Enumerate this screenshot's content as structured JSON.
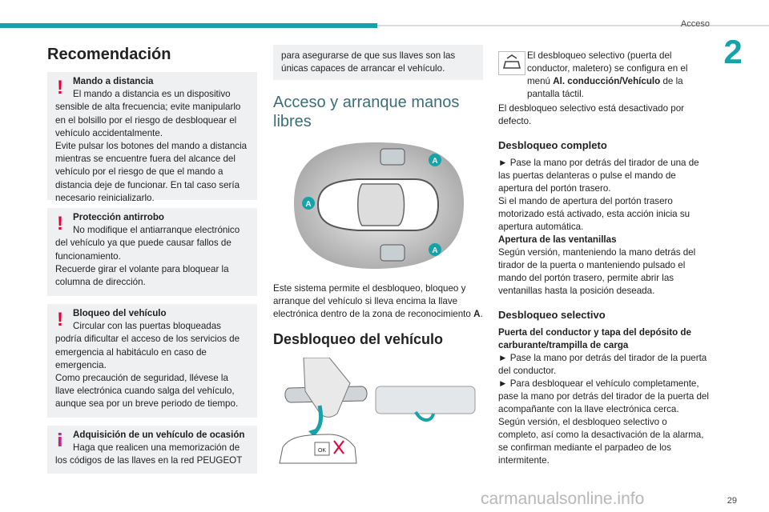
{
  "header": {
    "title": "Acceso",
    "chapter": "2",
    "page": "29"
  },
  "col1": {
    "title": "Recomendación",
    "boxes": [
      {
        "title": "Mando a distancia",
        "first": "El mando a distancia es un dispositivo",
        "rest": "sensible de alta frecuencia; evite manipularlo en el bolsillo por el riesgo de desbloquear el vehículo accidentalmente.\nEvite pulsar los botones del mando a distancia mientras se encuentre fuera del alcance del vehículo por el riesgo de que el mando a distancia deje de funcionar. En tal caso sería necesario reinicializarlo."
      },
      {
        "title": "Protección antirrobo",
        "first": "No modifique el antiarranque electrónico",
        "rest": "del vehículo ya que puede causar fallos de funcionamiento.\nRecuerde girar el volante para bloquear la columna de dirección."
      },
      {
        "title": "Bloqueo del vehículo",
        "first": "Circular con las puertas bloqueadas",
        "rest": "podría dificultar el acceso de los servicios de emergencia al habitáculo en caso de emergencia.\nComo precaución de seguridad, llévese la llave electrónica cuando salga del vehículo, aunque sea por un breve periodo de tiempo."
      },
      {
        "title": "Adquisición de un vehículo de ocasión",
        "first": "Haga que realicen una memorización de",
        "rest": "los códigos de las llaves en la red PEUGEOT"
      }
    ]
  },
  "col2": {
    "top": "para asegurarse de que sus llaves son las únicas capaces de arrancar el vehículo.",
    "h3": "Acceso y arranque manos libres",
    "fig_labels": [
      "A",
      "A",
      "A"
    ],
    "intro": "Este sistema permite el desbloqueo, bloqueo y arranque del vehículo si lleva encima la llave electrónica dentro de la zona de reconocimiento ",
    "intro_bold": "A",
    "intro_end": ".",
    "h2": "Desbloqueo del vehículo",
    "fig2_text": "OK"
  },
  "col3": {
    "p1a": "El desbloqueo selectivo (puerta del conductor, maletero) se configura en el menú ",
    "p1b": "Al. conducción/Vehículo",
    "p1c": " de la pantalla táctil.",
    "p2": "El desbloqueo selectivo está desactivado por defecto.",
    "h_full": "Desbloqueo completo",
    "full1": "► Pase la mano por detrás del tirador de una de las puertas delanteras o pulse el mando de apertura del portón trasero.",
    "full2": "Si el mando de apertura del portón trasero motorizado está activado, esta acción inicia su apertura automática.",
    "win_title": "Apertura de las ventanillas",
    "win": "Según versión, manteniendo la mano detrás del tirador de la puerta o manteniendo pulsado el mando del portón trasero, permite abrir las ventanillas hasta la posición deseada.",
    "h_sel": "Desbloqueo selectivo",
    "sel_title": "Puerta del conductor y tapa del depósito de carburante/trampilla de carga",
    "sel1": "► Pase la mano por detrás del tirador de la puerta del conductor.",
    "sel2": "► Para desbloquear el vehículo completamente, pase la mano por detrás del tirador de la puerta del acompañante con la llave electrónica cerca.",
    "sel3": "Según versión, el desbloqueo selectivo o completo, así como la desactivación de la alarma, se confirman mediante el parpadeo de los intermitente."
  },
  "watermark": "carmanualsonline.info",
  "colors": {
    "accent": "#16a2a8",
    "warning": "#e4003a",
    "info": "#b82c87",
    "box": "#eef0f2"
  }
}
